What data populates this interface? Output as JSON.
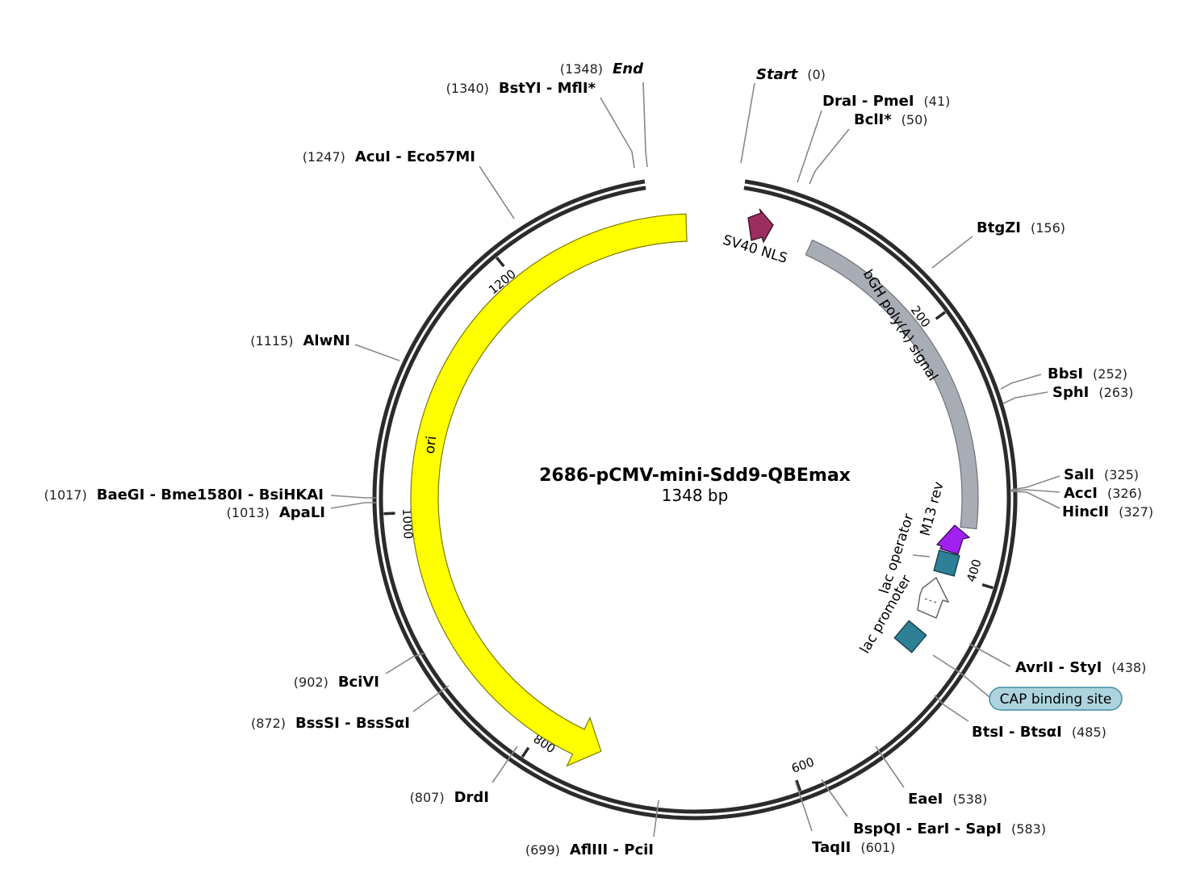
{
  "title": "2686-pCMV-mini-Sdd9-QBEmax",
  "length_label": "1348 bp",
  "plasmid_length": 1348,
  "markers": {
    "start": {
      "name": "Start",
      "pos": "(0)"
    },
    "end": {
      "name": "End",
      "pos": "(1348)"
    }
  },
  "ticks": [
    "200",
    "400",
    "600",
    "800",
    "1000",
    "1200"
  ],
  "sites": [
    {
      "name": "DraI - PmeI",
      "pos": "(41)"
    },
    {
      "name": "BclI*",
      "pos": "(50)"
    },
    {
      "name": "BtgZI",
      "pos": "(156)"
    },
    {
      "name": "BbsI",
      "pos": "(252)"
    },
    {
      "name": "SphI",
      "pos": "(263)"
    },
    {
      "name": "SalI",
      "pos": "(325)"
    },
    {
      "name": "AccI",
      "pos": "(326)"
    },
    {
      "name": "HincII",
      "pos": "(327)"
    },
    {
      "name": "AvrII - StyI",
      "pos": "(438)"
    },
    {
      "name": "BtsI - BtsαI",
      "pos": "(485)"
    },
    {
      "name": "EaeI",
      "pos": "(538)"
    },
    {
      "name": "BspQI - EarI - SapI",
      "pos": "(583)"
    },
    {
      "name": "TaqII",
      "pos": "(601)"
    },
    {
      "name": "AflIII - PciI",
      "pos": "(699)"
    },
    {
      "name": "DrdI",
      "pos": "(807)"
    },
    {
      "name": "BssSI - BssSαI",
      "pos": "(872)"
    },
    {
      "name": "BciVI",
      "pos": "(902)"
    },
    {
      "name": "ApaLI",
      "pos": "(1013)"
    },
    {
      "name": "BaeGI - Bme1580I - BsiHKAI",
      "pos": "(1017)"
    },
    {
      "name": "AlwNI",
      "pos": "(1115)"
    },
    {
      "name": "AcuI - Eco57MI",
      "pos": "(1247)"
    },
    {
      "name": "BstYI - MflI*",
      "pos": "(1340)"
    }
  ],
  "features": {
    "sv40": "SV40 NLS",
    "bgh": "bGH poly(A) signal",
    "m13": "M13 rev",
    "lac_operator": "lac operator",
    "lac_promoter": "lac promoter",
    "cap": "CAP binding site",
    "ori": "ori"
  },
  "colors": {
    "ori": "#ffff00",
    "bgh": "#a8acb4",
    "sv40": "#9b2d5f",
    "m13": "#a020f0",
    "lac_operator": "#2e8096",
    "cap_fill": "#add4de",
    "cap_stroke": "#3f8ea3",
    "backbone": "#2b2b2b"
  }
}
